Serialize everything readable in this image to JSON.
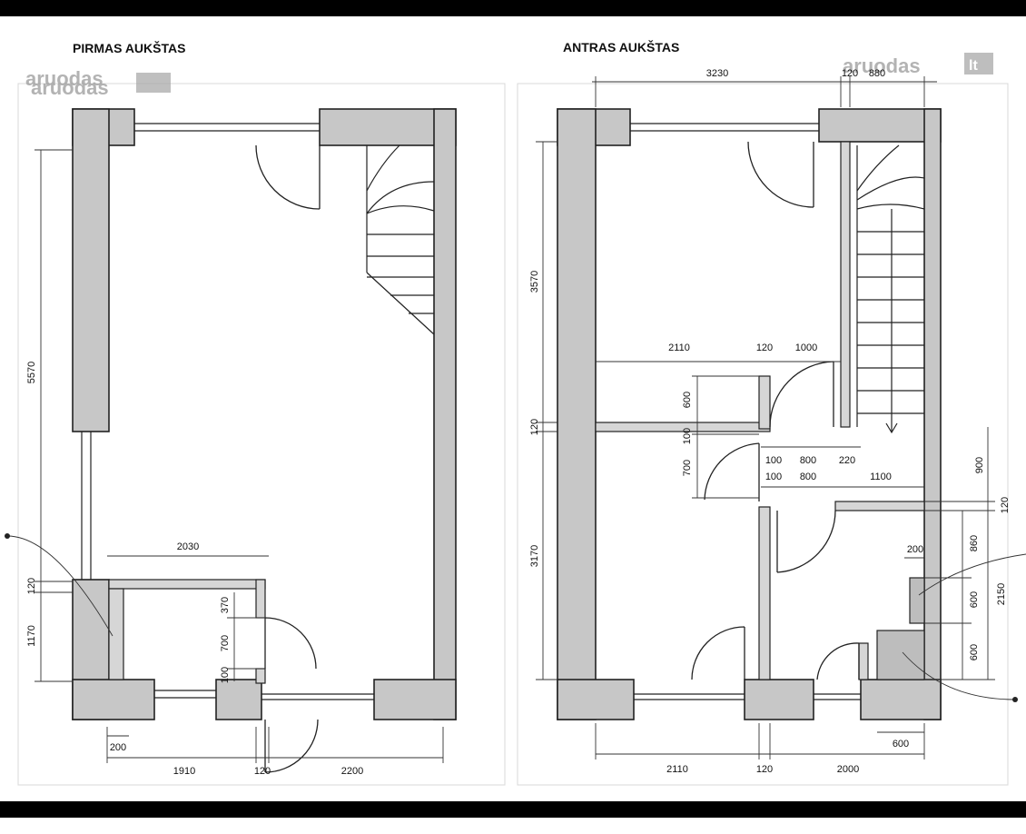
{
  "titles": {
    "floor1": "PIRMAS AUKŠTAS",
    "floor2": "ANTRAS AUKŠTAS"
  },
  "watermark": {
    "left": "aruodas",
    "right": "aruodas",
    "suffix": "lt"
  },
  "floor1_dims": {
    "height_total": "5570",
    "height_lower": "1170",
    "wall": "120",
    "small_room_width": "2030",
    "d370": "370",
    "door_width": "700",
    "d100": "100",
    "bottom_200": "200",
    "bottom_1910": "1910",
    "bottom_120": "120",
    "bottom_2200": "2200"
  },
  "floor2_dims": {
    "top_3230": "3230",
    "top_120": "120",
    "top_880": "880",
    "left_3570": "3570",
    "left_120": "120",
    "left_3170": "3170",
    "mid_2110": "2110",
    "mid_120": "120",
    "mid_1000": "1000",
    "v600": "600",
    "v100": "100",
    "v700": "700",
    "h100a": "100",
    "h800a": "800",
    "h220": "220",
    "h100b": "100",
    "h800b": "800",
    "h1100": "1100",
    "r900": "900",
    "r120": "120",
    "r200": "200",
    "r860": "860",
    "r600a": "600",
    "r600b": "600",
    "r2150": "2150",
    "bottom_600": "600",
    "bottom_2110": "2110",
    "bottom_120": "120",
    "bottom_2000": "2000"
  }
}
